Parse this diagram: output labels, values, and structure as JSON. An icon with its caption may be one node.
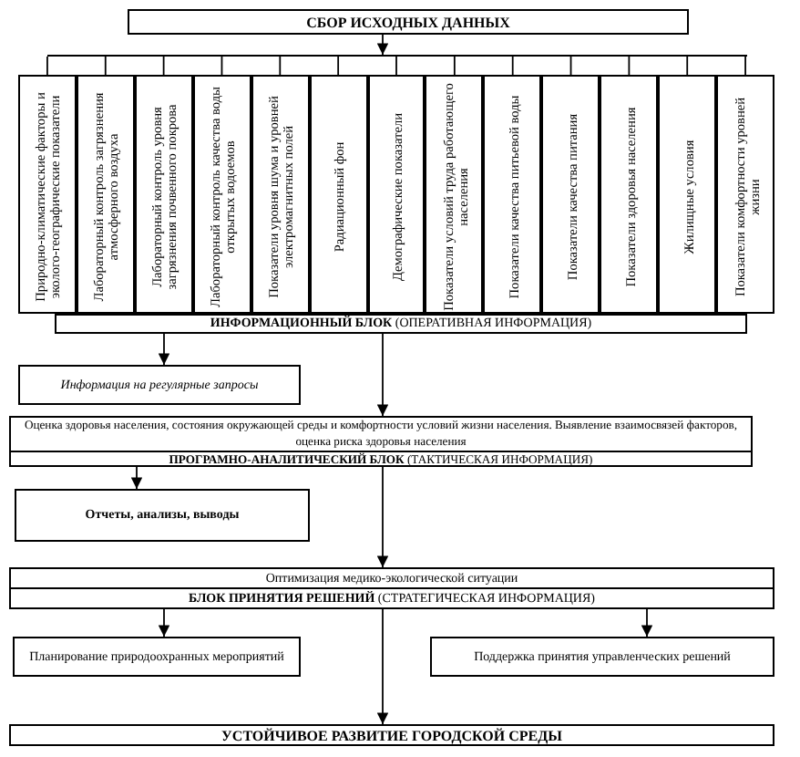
{
  "diagram": {
    "nodes": [
      {
        "text": [
          "СБОР ИСХОДНЫХ ДАННЫХ"
        ]
      },
      {
        "text": [],
        "shape": "bar"
      },
      {
        "text": [
          "Природно-климатические факторы и эколого-географические показатели"
        ]
      },
      {
        "text": [
          "Лабораторный контроль загрязнения атмосферного воздуха"
        ]
      },
      {
        "text": [
          "Лабораторный контроль уровня загрязнения почвенного покрова"
        ]
      },
      {
        "text": [
          "Лабораторный контроль качества воды открытых водоемов"
        ]
      },
      {
        "text": [
          "Показатели уровня шума и уровней электромагнитных полей"
        ]
      },
      {
        "text": [
          "Радиационный фон"
        ]
      },
      {
        "text": [
          "Демографические показатели"
        ]
      },
      {
        "text": [
          "Показатели условий труда работающего населения"
        ]
      },
      {
        "text": [
          "Показатели качества питьевой воды"
        ]
      },
      {
        "text": [
          "Показатели качества питания"
        ]
      },
      {
        "text": [
          "Показатели здоровья населения"
        ]
      },
      {
        "text": [
          "Жилищные условия"
        ]
      },
      {
        "text": [
          "Показатели комфортности уровней жизни"
        ]
      },
      {
        "text": [
          "**ИНФОРМАЦИОННЫЙ БЛОК** (ОПЕРАТИВНАЯ ИНФОРМАЦИЯ)"
        ]
      },
      {
        "text": [
          "Информация на регулярные запросы"
        ]
      },
      {
        "text": [
          "Оценка здоровья населения, состояния окружающей среды и комфортности условий жизни населения. Выявление взаимосвязей факторов, оценка риска здоровья населения",
          "**ПРОГРАМНО-АНАЛИТИЧЕСКИЙ БЛОК** (ТАКТИЧЕСКАЯ ИНФОРМАЦИЯ)"
        ]
      },
      {
        "text": [
          "Отчеты, анализы, выводы"
        ]
      },
      {
        "text": [
          "Оптимизация медико-экологической ситуации",
          "**БЛОК ПРИНЯТИЯ РЕШЕНИЙ** (СТРАТЕГИЧЕСКАЯ ИНФОРМАЦИЯ)"
        ]
      },
      {
        "text": [
          "Планирование природоохранных мероприятий"
        ]
      },
      {
        "text": [
          "Поддержка принятия управленческих решений"
        ]
      },
      {
        "text": [
          "УСТОЙЧИВОЕ РАЗВИТИЕ ГОРОДСКОЙ СРЕДЫ"
        ]
      }
    ],
    "edges": [
      {
        "from": 0,
        "to": 1,
        "arrow": "to"
      },
      {
        "from": 1,
        "to": 2,
        "arrow": "none"
      },
      {
        "from": 1,
        "to": 3,
        "arrow": "none"
      },
      {
        "from": 1,
        "to": 4,
        "arrow": "none"
      },
      {
        "from": 1,
        "to": 5,
        "arrow": "none"
      },
      {
        "from": 1,
        "to": 6,
        "arrow": "none"
      },
      {
        "from": 1,
        "to": 7,
        "arrow": "none"
      },
      {
        "from": 1,
        "to": 8,
        "arrow": "none"
      },
      {
        "from": 1,
        "to": 9,
        "arrow": "none"
      },
      {
        "from": 1,
        "to": 10,
        "arrow": "none"
      },
      {
        "from": 1,
        "to": 11,
        "arrow": "none"
      },
      {
        "from": 1,
        "to": 12,
        "arrow": "none"
      },
      {
        "from": 1,
        "to": 13,
        "arrow": "none"
      },
      {
        "from": 1,
        "to": 14,
        "arrow": "none"
      },
      {
        "from": 15,
        "to": 16,
        "arrow": "to"
      },
      {
        "from": 15,
        "to": 17,
        "arrow": "to"
      },
      {
        "from": 17,
        "to": 18,
        "arrow": "to"
      },
      {
        "from": 17,
        "to": 19,
        "arrow": "to"
      },
      {
        "from": 19,
        "to": 20,
        "arrow": "to"
      },
      {
        "from": 19,
        "to": 21,
        "arrow": "to"
      },
      {
        "from": 19,
        "to": 22,
        "arrow": "to"
      }
    ]
  }
}
